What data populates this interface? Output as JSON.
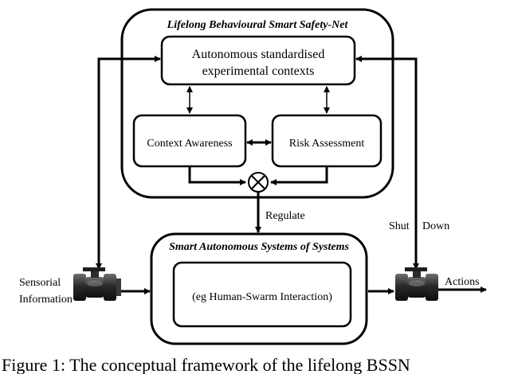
{
  "diagram": {
    "outer_title": "Lifelong Behavioural Smart Safety-Net",
    "contexts_line1": "Autonomous standardised",
    "contexts_line2": "experimental contexts",
    "context_awareness": "Context Awareness",
    "risk_assessment": "Risk Assessment",
    "regulate": "Regulate",
    "systems_title": "Smart Autonomous Systems of Systems",
    "interaction": "(eg Human-Swarm Interaction)",
    "shut": "Shut",
    "down": "Down",
    "sensorial": "Sensorial",
    "information": "Information",
    "actions": "Actions"
  },
  "caption": "Figure 1: The conceptual framework of the lifelong BSSN"
}
